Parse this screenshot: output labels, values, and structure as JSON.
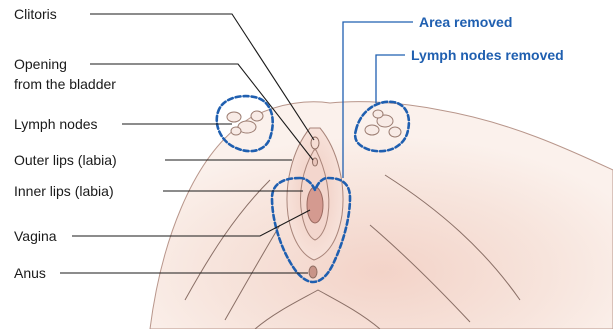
{
  "labels_left": {
    "clitoris": "Clitoris",
    "opening_line1": "Opening",
    "opening_line2": "from the bladder",
    "lymph_nodes": "Lymph nodes",
    "outer_lips": "Outer lips (labia)",
    "inner_lips": "Inner lips (labia)",
    "vagina": "Vagina",
    "anus": "Anus"
  },
  "labels_right": {
    "area_removed": "Area removed",
    "lymph_nodes_removed": "Lymph nodes removed"
  },
  "colors": {
    "text": "#1a1a1a",
    "accent_blue": "#1f5fb0",
    "skin": "#f6e2da",
    "skin_shadow": "#e8c3b8",
    "vagina": "#d49a90"
  }
}
